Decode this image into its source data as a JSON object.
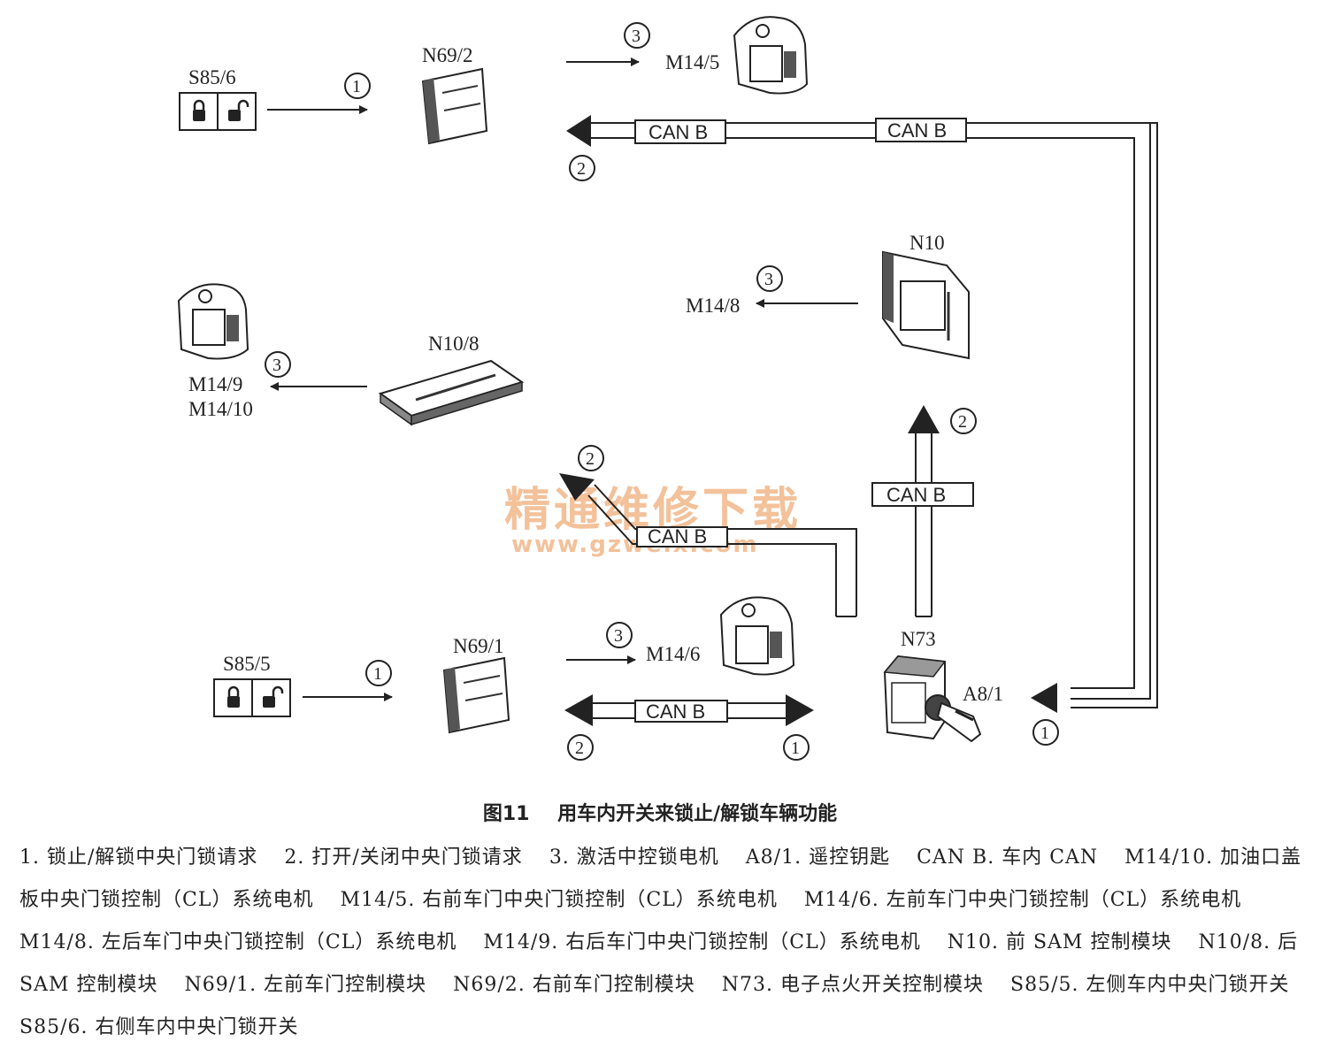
{
  "labels": {
    "s85_6": "S85/6",
    "n69_2": "N69/2",
    "m14_5": "M14/5",
    "n10": "N10",
    "m14_8": "M14/8",
    "n10_8": "N10/8",
    "m14_9": "M14/9",
    "m14_10": "M14/10",
    "s85_5": "S85/5",
    "n69_1": "N69/1",
    "m14_6": "M14/6",
    "n73": "N73",
    "a8_1": "A8/1"
  },
  "can_label": "CAN B",
  "step_numbers": {
    "one": "1",
    "two": "2",
    "three": "3"
  },
  "watermark": {
    "text": "精通维修下载",
    "url": "www.gzweix.com"
  },
  "caption": {
    "figure": "图11",
    "title": "用车内开关来锁止/解锁车辆功能"
  },
  "legend": [
    "1. 锁止/解锁中央门锁请求",
    "2. 打开/关闭中央门锁请求",
    "3. 激活中控锁电机",
    "A8/1. 遥控钥匙",
    "CAN B. 车内 CAN",
    "M14/10. 加油口盖板中央门锁控制（CL）系统电机",
    "M14/5. 右前车门中央门锁控制（CL）系统电机",
    "M14/6. 左前车门中央门锁控制（CL）系统电机",
    "M14/8. 左后车门中央门锁控制（CL）系统电机",
    "M14/9. 右后车门中央门锁控制（CL）系统电机",
    "N10. 前 SAM 控制模块",
    "N10/8. 后 SAM 控制模块",
    "N69/1. 左前车门控制模块",
    "N69/2. 右前车门控制模块",
    "N73. 电子点火开关控制模块",
    "S85/5. 左侧车内中央门锁开关",
    "S85/6. 右侧车内中央门锁开关"
  ]
}
